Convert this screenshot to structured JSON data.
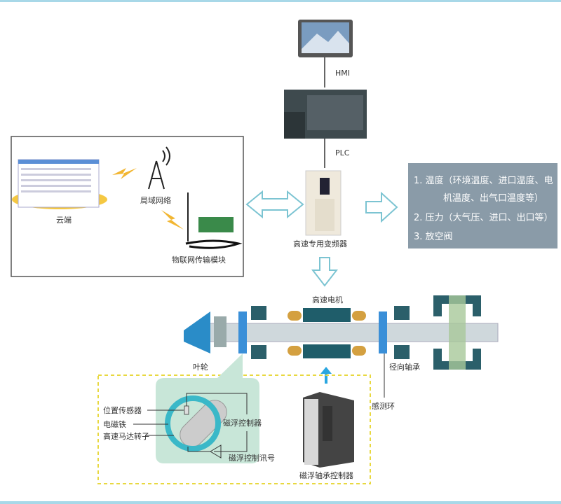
{
  "hmi_label": "HMI",
  "plc_label": "PLC",
  "vfd_label": "高速专用变频器",
  "cloud_label": "云端",
  "lan_label": "局域网络",
  "iot_label": "物联网传输模块",
  "monitor_list": {
    "item1_line1": "1. 温度（环境温度、进口温度、电",
    "item1_line2": "机温度、出气口温度等）",
    "item2": "2. 压力（大气压、进口、出口等）",
    "item3": "3. 放空阀"
  },
  "motor_label": "高速电机",
  "impeller_label": "叶轮",
  "radial_bearing_label": "径向轴承",
  "sensing_ring_label": "感测环",
  "detail": {
    "position_sensor": "位置传感器",
    "electromagnet": "电磁铁",
    "rotor": "高速马达转子",
    "maglev_controller": "磁浮控制器",
    "control_signal": "磁浮控制讯号"
  },
  "bearing_controller_label": "磁浮轴承控制器"
}
